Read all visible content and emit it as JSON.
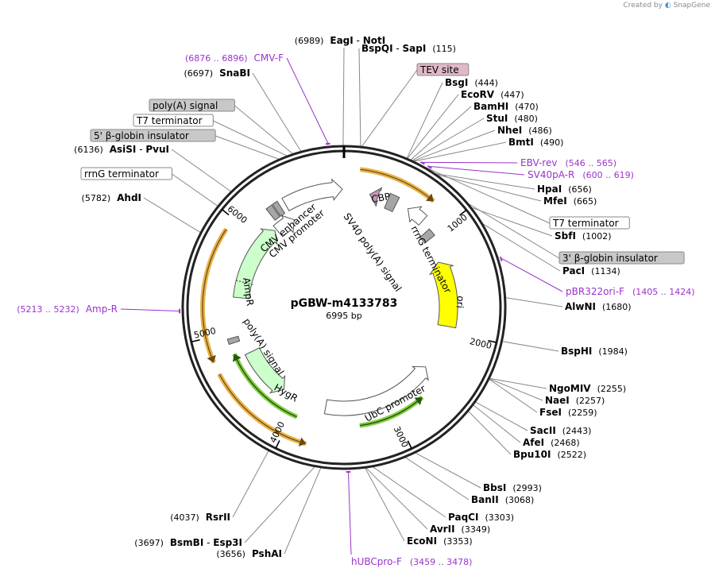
{
  "credit": {
    "prefix": "Created by",
    "brand": "SnapGene"
  },
  "plasmid": {
    "name": "pGBW-m4133783",
    "size": "6995 bp"
  },
  "ticks": [
    "1000",
    "2000",
    "3000",
    "4000",
    "5000",
    "6000"
  ],
  "colors": {
    "enzyme": "#000000",
    "primer": "#9933cc",
    "orange": "#e8b24a",
    "green": "#ccffcc",
    "ori": "#ffff00",
    "grey": "#a6a6a6",
    "pink": "#e0b8c8"
  },
  "enzymes": [
    {
      "name": "EagI",
      "name2": "NotI",
      "pos": "(6989)"
    },
    {
      "name": "BspQI",
      "name2": "SapI",
      "pos": "(115)"
    },
    {
      "name": "BsgI",
      "pos": "(444)"
    },
    {
      "name": "EcoRV",
      "pos": "(447)"
    },
    {
      "name": "BamHI",
      "pos": "(470)"
    },
    {
      "name": "StuI",
      "pos": "(480)"
    },
    {
      "name": "NheI",
      "pos": "(486)"
    },
    {
      "name": "BmtI",
      "pos": "(490)"
    },
    {
      "name": "HpaI",
      "pos": "(656)"
    },
    {
      "name": "MfeI",
      "pos": "(665)"
    },
    {
      "name": "SbfI",
      "pos": "(1002)"
    },
    {
      "name": "PacI",
      "pos": "(1134)"
    },
    {
      "name": "AlwNI",
      "pos": "(1680)"
    },
    {
      "name": "BspHI",
      "pos": "(1984)"
    },
    {
      "name": "NgoMIV",
      "pos": "(2255)"
    },
    {
      "name": "NaeI",
      "pos": "(2257)"
    },
    {
      "name": "FseI",
      "pos": "(2259)"
    },
    {
      "name": "SacII",
      "pos": "(2443)"
    },
    {
      "name": "AfeI",
      "pos": "(2468)"
    },
    {
      "name": "Bpu10I",
      "pos": "(2522)"
    },
    {
      "name": "BbsI",
      "pos": "(2993)"
    },
    {
      "name": "BanII",
      "pos": "(3068)"
    },
    {
      "name": "PaqCI",
      "pos": "(3303)"
    },
    {
      "name": "AvrII",
      "pos": "(3349)"
    },
    {
      "name": "EcoNI",
      "pos": "(3353)"
    },
    {
      "name": "PshAI",
      "pos": "(3656)"
    },
    {
      "name": "BsmBI",
      "name2": "Esp3I",
      "pos": "(3697)"
    },
    {
      "name": "RsrII",
      "pos": "(4037)"
    },
    {
      "name": "AhdI",
      "pos": "(5782)"
    },
    {
      "name": "AsiSI",
      "name2": "PvuI",
      "pos": "(6136)"
    },
    {
      "name": "SnaBI",
      "pos": "(6697)"
    }
  ],
  "primers": [
    {
      "name": "CMV-F",
      "pos": "(6876 .. 6896)"
    },
    {
      "name": "EBV-rev",
      "pos": "(546 .. 565)"
    },
    {
      "name": "SV40pA-R",
      "pos": "(600 .. 619)"
    },
    {
      "name": "pBR322ori-F",
      "pos": "(1405 .. 1424)"
    },
    {
      "name": "Amp-R",
      "pos": "(5213 .. 5232)"
    },
    {
      "name": "hUBCpro-F",
      "pos": "(3459 .. 3478)"
    }
  ],
  "boxed_features": [
    "TEV site",
    "T7 terminator",
    "3' β-globin insulator",
    "poly(A) signal",
    "T7 terminator",
    "5' β-globin insulator",
    "rrnG terminator"
  ],
  "inner_labels": [
    "CBP",
    "SV40 poly(A) signal",
    "rrnG terminator",
    "ori",
    "CMV enhancer",
    "CMV promoter",
    "AmpR",
    "poly(A) signal",
    "HygR",
    "UbC promoter"
  ]
}
